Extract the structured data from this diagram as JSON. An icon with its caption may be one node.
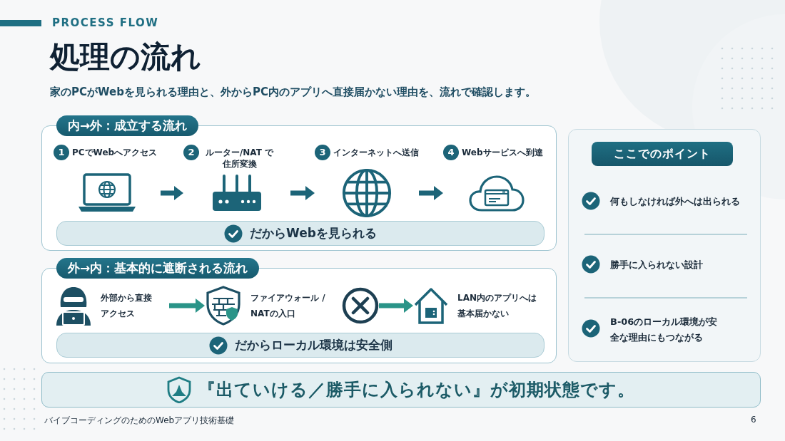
{
  "diagram": {
    "title": "処理の流れ",
    "nodes": [
      {
        "text": [
          "内→外：成立する流れ"
        ]
      },
      {
        "text": [
          "1",
          "PCでWebへアクセス"
        ],
        "in": 0
      },
      {
        "text": [
          "2",
          "ルーター/NAT で住所変換"
        ],
        "in": 0
      },
      {
        "text": [
          "3",
          "インターネットへ送信"
        ],
        "in": 0
      },
      {
        "text": [
          "4",
          "Webサービスへ到達"
        ],
        "in": 0
      },
      {
        "text": [
          "だからWebを見られる"
        ],
        "in": 0
      },
      {
        "text": [
          "外→内：基本的に遮断される流れ"
        ]
      },
      {
        "text": [
          "外部から直接アクセス"
        ],
        "in": 6
      },
      {
        "text": [
          "ファイアウォール / NATの入口"
        ],
        "in": 6
      },
      {
        "text": [],
        "shape": "circle",
        "in": 6
      },
      {
        "text": [
          "LAN内のアプリへは基本届かない"
        ],
        "in": 6
      },
      {
        "text": [
          "だからローカル環境は安全側"
        ],
        "in": 6
      },
      {
        "text": [
          "ここでのポイント",
          "何もしなければ外へは出られる",
          "勝手に入られない設計",
          "B-06のローカル環境が安全な理由にもつながる"
        ]
      },
      {
        "text": [
          "『出ていける／勝手に入られない』が初期状態です。"
        ]
      }
    ],
    "edges": [
      {
        "from": 1,
        "to": 2,
        "arrow": "to"
      },
      {
        "from": 2,
        "to": 3,
        "arrow": "to"
      },
      {
        "from": 3,
        "to": 4,
        "arrow": "to"
      },
      {
        "from": 7,
        "to": 8,
        "arrow": "to",
        "color": "#2a9488"
      },
      {
        "from": 9,
        "to": 10,
        "arrow": "to",
        "color": "#2a9488"
      }
    ],
    "labels": [
      "PROCESS FLOW",
      "家のPCがWebを見られる理由と、外からPC内のアプリへ直接届かない理由を、流れで確認します。",
      "バイブコーディングのためのWebアプリ技術基礎",
      "6"
    ]
  }
}
